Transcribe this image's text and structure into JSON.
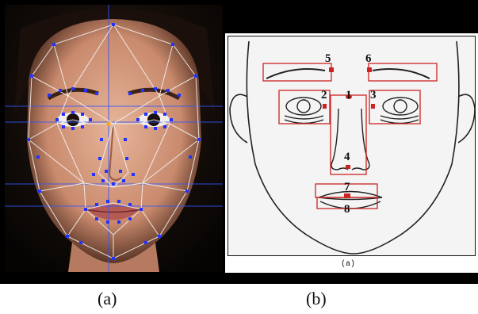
{
  "figure": {
    "panel_a_label": "(a)",
    "panel_b_label": "(b)",
    "sketch_caption": "(a)",
    "region_numbers": [
      "1",
      "2",
      "3",
      "4",
      "5",
      "6",
      "7",
      "8"
    ]
  },
  "colors": {
    "landmark_point": "#2233ff",
    "mesh_line": "#f2f2f2",
    "guide_line": "#3355ff",
    "region_box": "#cc2222",
    "sketch_line": "#222222"
  }
}
